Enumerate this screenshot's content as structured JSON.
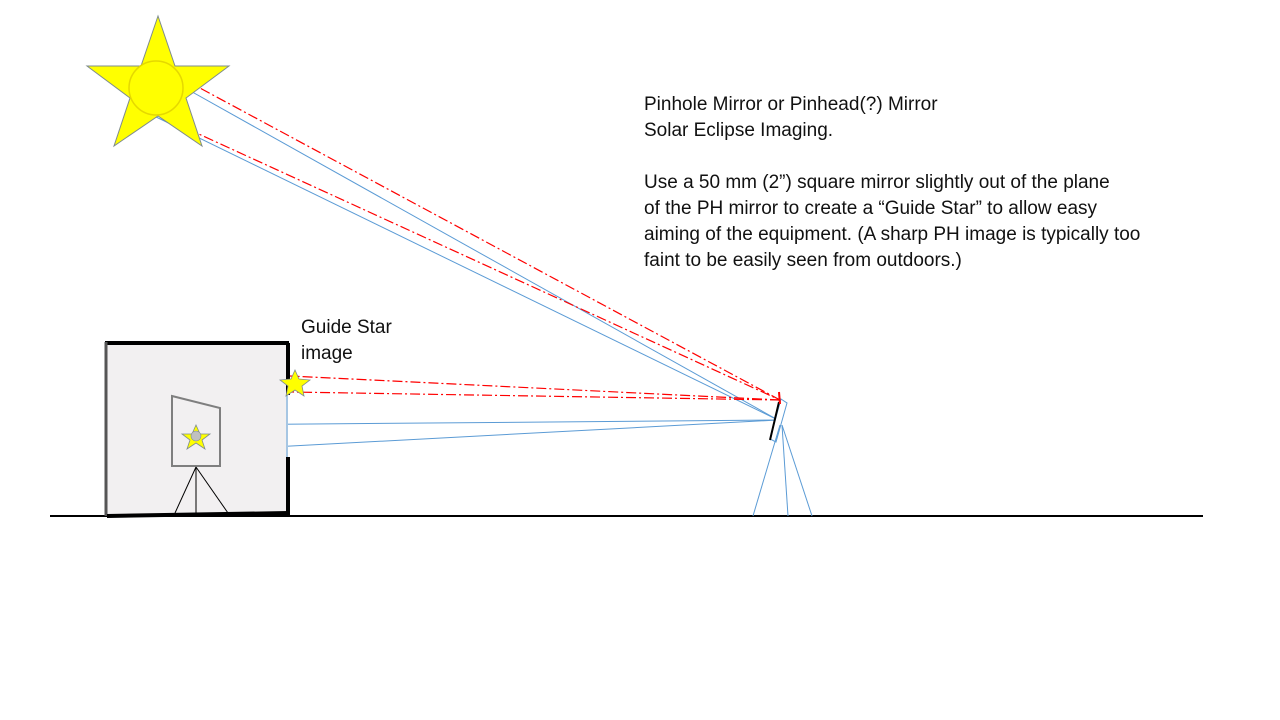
{
  "title_lines": [
    "Pinhole Mirror or Pinhead(?) Mirror",
    "Solar Eclipse Imaging."
  ],
  "description_lines": [
    "Use a 50 mm (2”) square mirror slightly out of the plane",
    "of the PH mirror to create a “Guide Star” to allow easy",
    "aiming of the equipment. (A sharp PH image is typically too",
    "faint to be easily seen from outdoors.)"
  ],
  "guide_label_lines": [
    "Guide Star",
    "image"
  ],
  "colors": {
    "sun": "#ffff00",
    "ray_blue": "#5b9bd5",
    "ray_red": "#ff0000",
    "room": "#f2f0f1"
  }
}
